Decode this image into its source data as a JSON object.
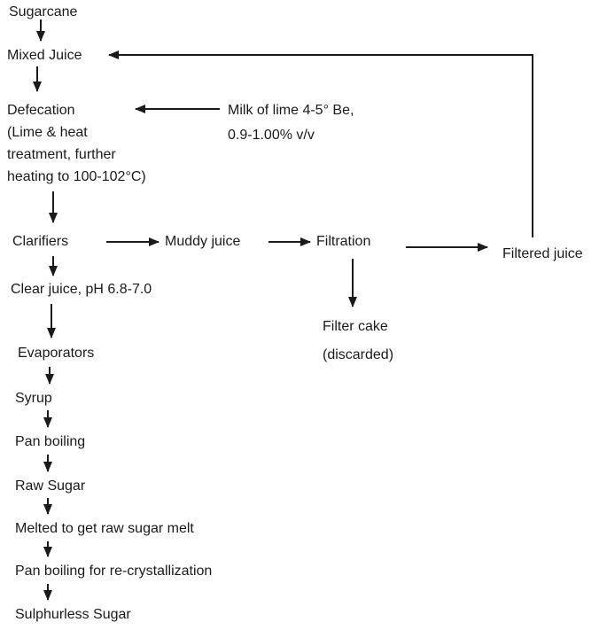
{
  "diagram_title": "Sulphurless sugar manufacturing process flowchart",
  "colors": {
    "ink": "#1a1a1a",
    "background": "#ffffff"
  },
  "nodes": {
    "sugarcane": "Sugarcane",
    "mixed_juice": "Mixed Juice",
    "defecation_line1": "Defecation",
    "defecation_line2": "(Lime & heat",
    "defecation_line3": "treatment, further",
    "defecation_line4": "heating to 100-102°C)",
    "milk_of_lime_line1": "Milk of lime 4-5° Be,",
    "milk_of_lime_line2": "0.9-1.00% v/v",
    "clarifiers": "Clarifiers",
    "muddy_juice": "Muddy juice",
    "filtration": "Filtration",
    "filtered_juice": "Filtered juice",
    "filter_cake_line1": "Filter cake",
    "filter_cake_line2": "(discarded)",
    "clear_juice": "Clear juice, pH 6.8-7.0",
    "evaporators": "Evaporators",
    "syrup": "Syrup",
    "pan_boiling": "Pan boiling",
    "raw_sugar": "Raw Sugar",
    "melted": "Melted to get raw sugar melt",
    "pan_boiling_recryst": "Pan boiling for re-crystallization",
    "sulphurless_sugar": "Sulphurless Sugar"
  },
  "edges": [
    {
      "from": "Sugarcane",
      "to": "Mixed Juice"
    },
    {
      "from": "Mixed Juice",
      "to": "Defecation"
    },
    {
      "from": "Milk of lime 4-5° Be, 0.9-1.00% v/v",
      "to": "Defecation"
    },
    {
      "from": "Defecation",
      "to": "Clarifiers"
    },
    {
      "from": "Clarifiers",
      "to": "Muddy juice"
    },
    {
      "from": "Muddy juice",
      "to": "Filtration"
    },
    {
      "from": "Filtration",
      "to": "Filtered juice"
    },
    {
      "from": "Filtered juice",
      "to": "Mixed Juice"
    },
    {
      "from": "Filtration",
      "to": "Filter cake (discarded)"
    },
    {
      "from": "Clarifiers",
      "to": "Clear juice, pH 6.8-7.0"
    },
    {
      "from": "Clear juice, pH 6.8-7.0",
      "to": "Evaporators"
    },
    {
      "from": "Evaporators",
      "to": "Syrup"
    },
    {
      "from": "Syrup",
      "to": "Pan boiling"
    },
    {
      "from": "Pan boiling",
      "to": "Raw Sugar"
    },
    {
      "from": "Raw Sugar",
      "to": "Melted to get raw sugar melt"
    },
    {
      "from": "Melted to get raw sugar melt",
      "to": "Pan boiling for re-crystallization"
    },
    {
      "from": "Pan boiling for re-crystallization",
      "to": "Sulphurless Sugar"
    }
  ]
}
